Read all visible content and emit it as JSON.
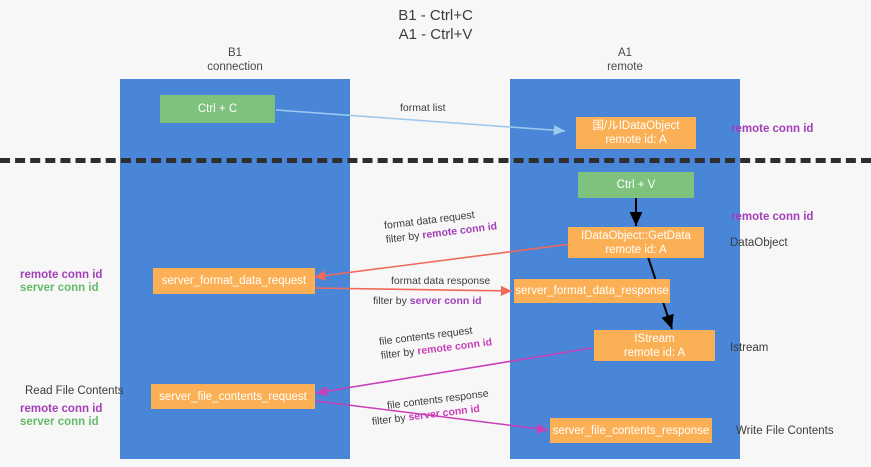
{
  "title": {
    "line1": "B1 - Ctrl+C",
    "line2": "A1 - Ctrl+V"
  },
  "columns": [
    {
      "id": "b1",
      "name": "B1",
      "role": "connection"
    },
    {
      "id": "a1",
      "name": "A1",
      "role": "remote"
    }
  ],
  "boxes": {
    "ctrl_c": {
      "label": "Ctrl + C",
      "color": "#7ec27e"
    },
    "ctrl_v": {
      "label": "Ctrl + V",
      "color": "#7ec27e"
    },
    "data_object_top": {
      "line1": "国/ルIDataObject",
      "line2": "remote id: A",
      "color": "#fbb055"
    },
    "get_data": {
      "line1": "IDataObject::GetData",
      "line2": "remote id: A",
      "color": "#fbb055"
    },
    "istream": {
      "line1": "IStream",
      "line2": "remote id: A",
      "color": "#fbb055"
    },
    "server_format_data_request": {
      "label": "server_format_data_request",
      "color": "#fbb055"
    },
    "server_format_data_response": {
      "label": "server_format_data_response",
      "color": "#fbb055"
    },
    "server_file_contents_request": {
      "label": "server_file_contents_request",
      "color": "#fbb055"
    },
    "server_file_contents_response": {
      "label": "server_file_contents_response",
      "color": "#fbb055"
    }
  },
  "edges": {
    "format_list": {
      "label": "format list"
    },
    "format_data_request": {
      "label": "format data request",
      "filter_prefix": "filter by ",
      "filter_key": "remote conn id"
    },
    "format_data_response": {
      "label": "format data response",
      "filter_prefix": "filter by ",
      "filter_key": "server conn id"
    },
    "file_contents_request": {
      "label": "file contents request",
      "filter_prefix": "filter by ",
      "filter_key": "remote conn id"
    },
    "file_contents_response": {
      "label": "file contents response",
      "filter_prefix": "filter by ",
      "filter_key": "server conn id"
    }
  },
  "annotations": {
    "right_top_conn": "remote conn id",
    "right_mid_conn": "remote conn id",
    "right_data_object": "DataObject",
    "right_istream": "Istream",
    "right_write_file": "Write File Contents",
    "left_remote_conn_1": "remote conn id",
    "left_server_conn_1": "server conn id",
    "left_read_file": "Read File Contents",
    "left_remote_conn_2": "remote conn id",
    "left_server_conn_2": "server conn id"
  },
  "colors": {
    "lane": "#4a86d8",
    "green_box": "#7ec27e",
    "orange_box": "#fbb055",
    "purple_tag": "#a23fb8",
    "green_tag": "#66bb6a",
    "red_arrow": "#ef6a5a",
    "magenta_arrow": "#c93fb8",
    "lightblue_arrow": "#9ec9ef",
    "black_arrow": "#000000",
    "divider": "#2e2e2e",
    "background": "#f7f7f7"
  }
}
